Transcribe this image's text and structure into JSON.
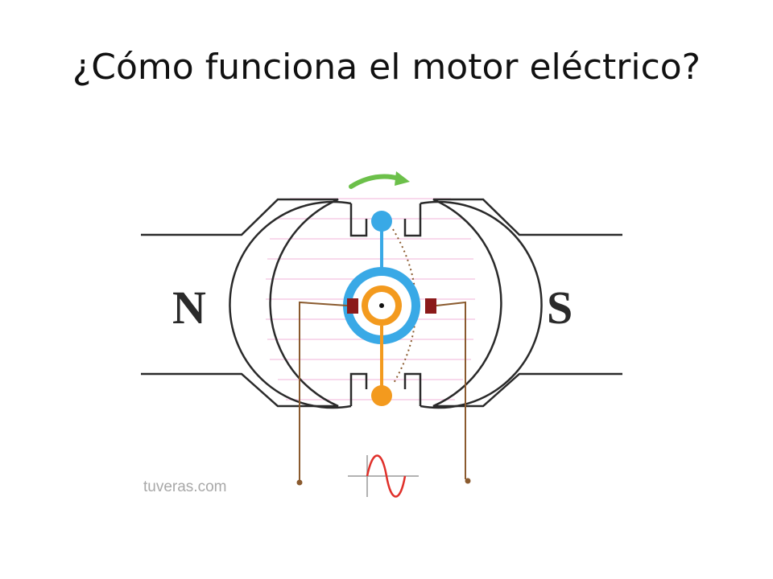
{
  "slide": {
    "title": "¿Cómo funciona el motor eléctrico?"
  },
  "diagram": {
    "north_pole_label": "N",
    "south_pole_label": "S",
    "watermark": "tuveras.com",
    "colors": {
      "coil_blue": "#39a9e6",
      "coil_orange": "#f39a1e",
      "rotation_arrow": "#6cc04a",
      "brush": "#8b1a1a",
      "wire": "#8a5a2e",
      "field_lines": "#f4c2e0",
      "wave": "#e0302a"
    },
    "icons": [
      "rotation-arrow-icon",
      "sine-wave-icon"
    ]
  }
}
